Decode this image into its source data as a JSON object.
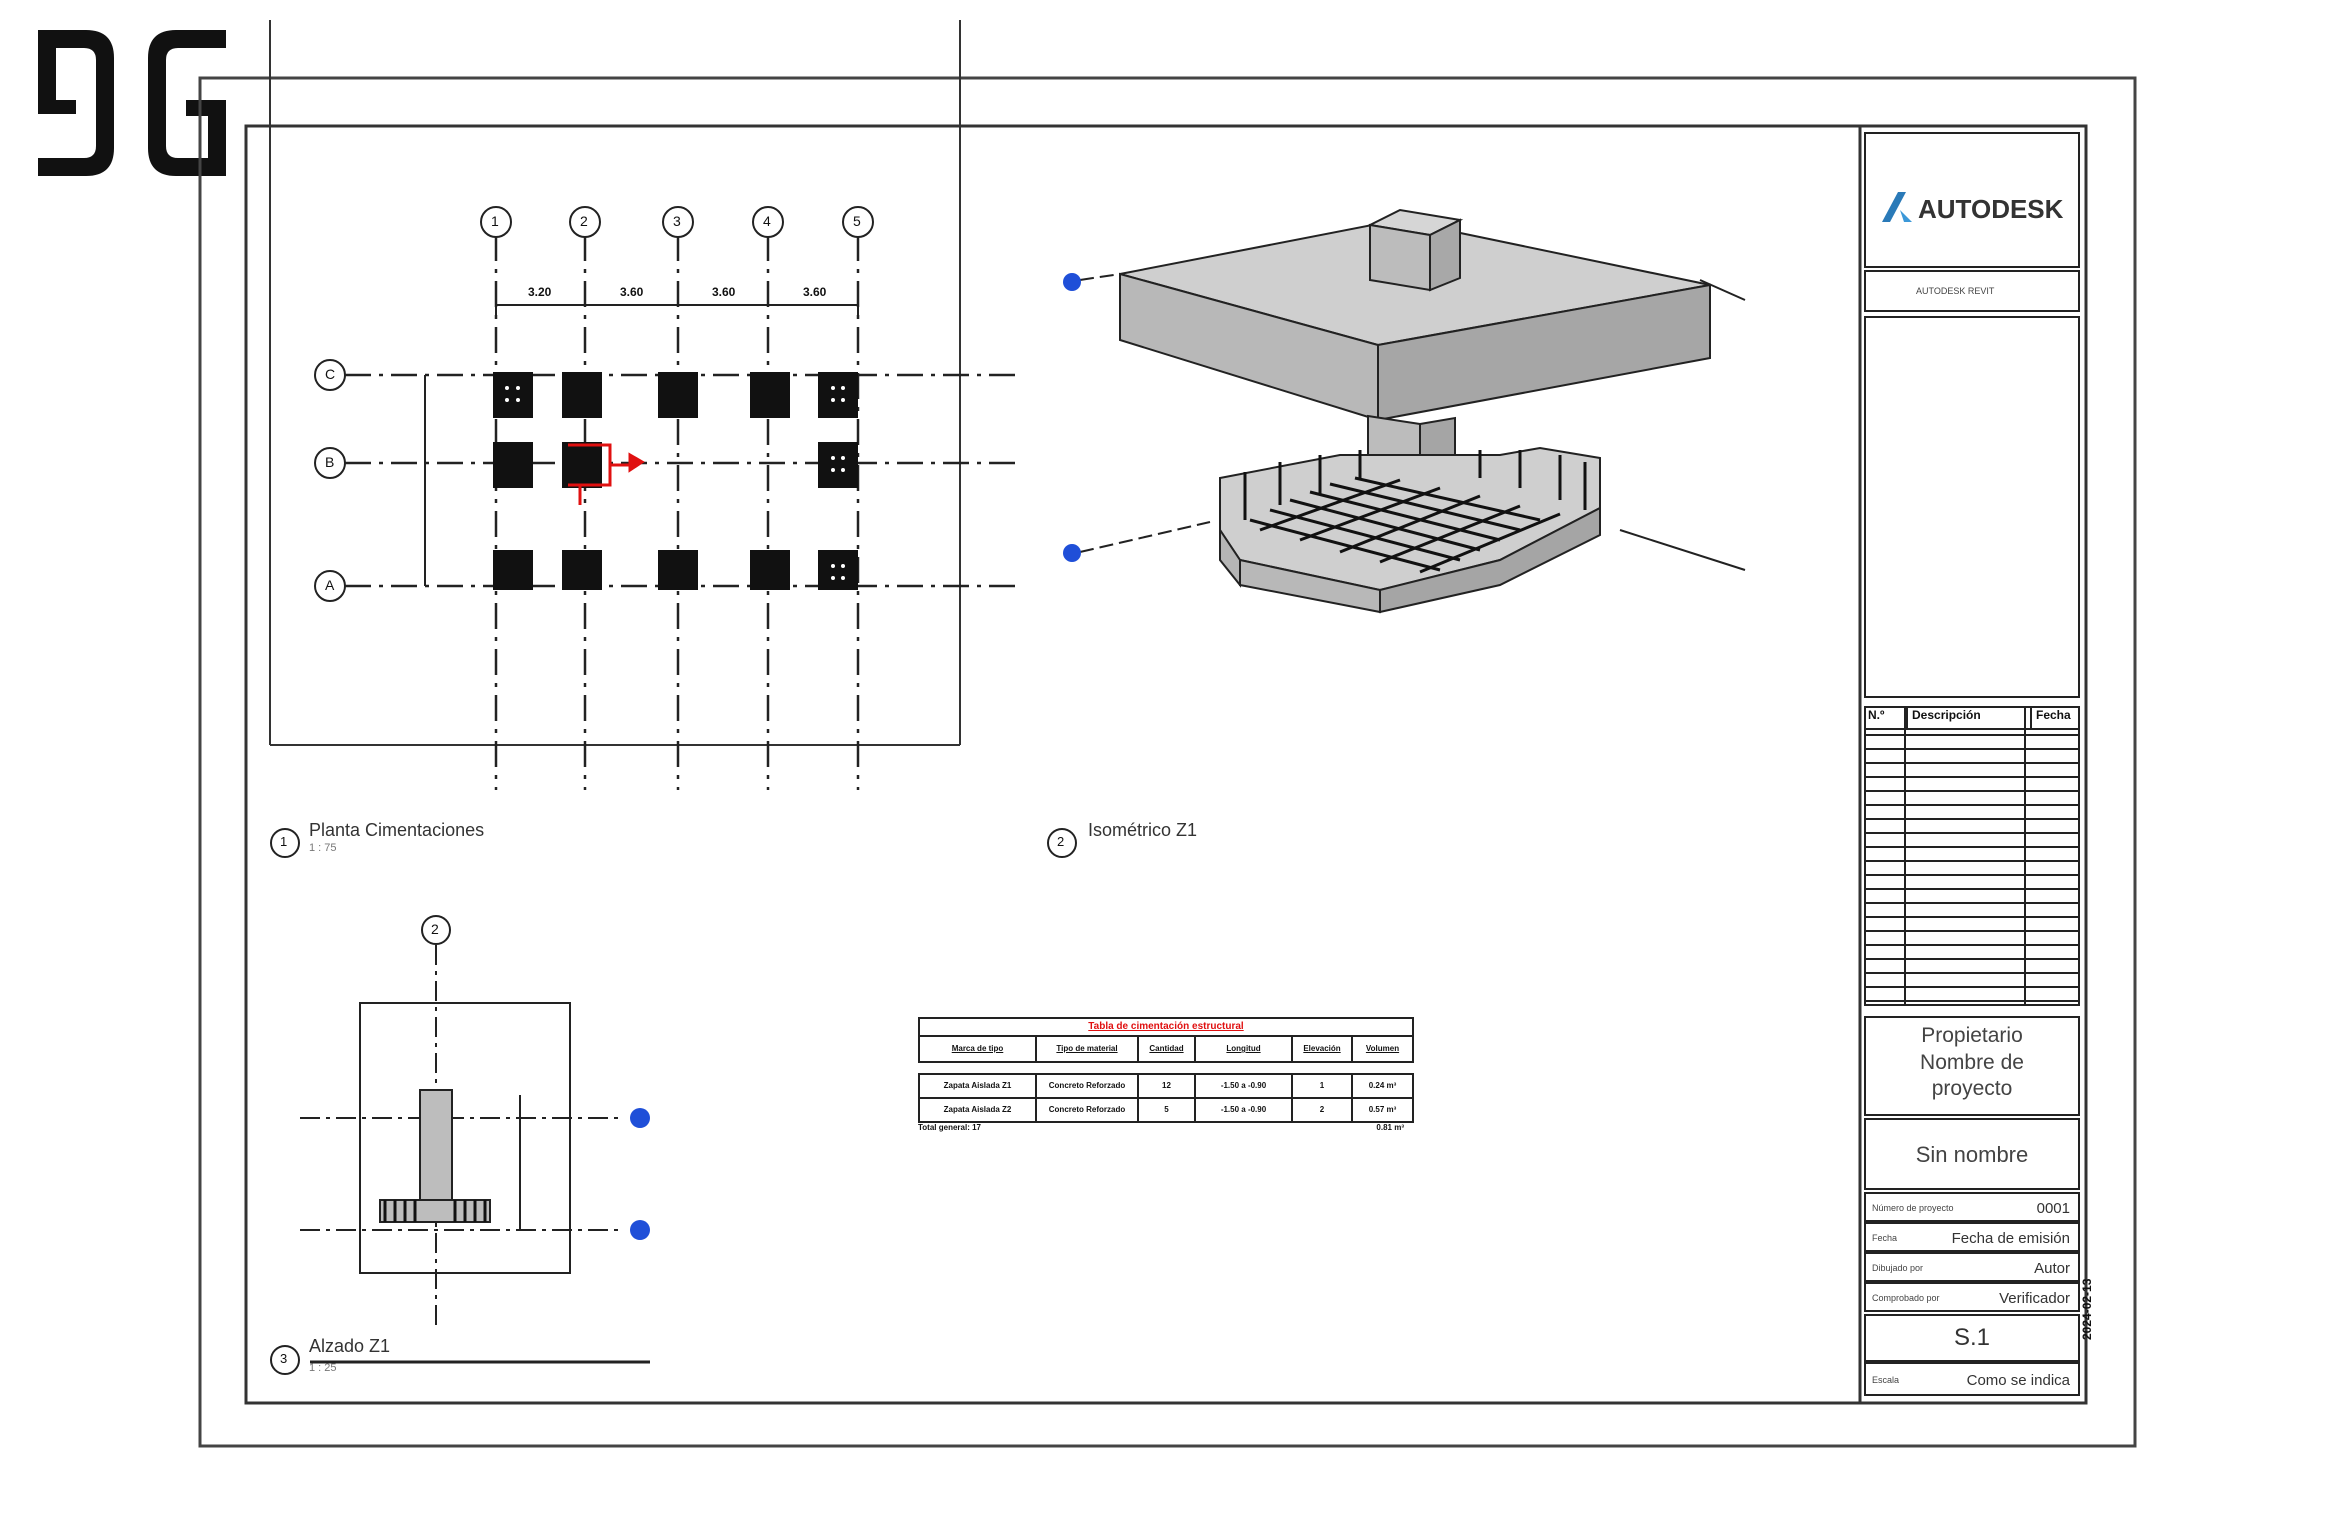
{
  "brand": {
    "dg_logo": "DG",
    "autodesk": "AUTODESK",
    "autodesk_sub": "AUTODESK REVIT"
  },
  "grid_labels": {
    "columns": [
      "1",
      "2",
      "3",
      "4",
      "5"
    ],
    "rows": [
      "C",
      "B",
      "A"
    ],
    "elev_grid": "2"
  },
  "dimensions": [
    "3.20",
    "3.60",
    "3.60",
    "3.60"
  ],
  "views": [
    {
      "number": "1",
      "title": "Planta Cimentaciones",
      "scale": "1 : 75"
    },
    {
      "number": "2",
      "title": "Isométrico Z1",
      "scale": ""
    },
    {
      "number": "3",
      "title": "Alzado Z1",
      "scale": "1 : 25"
    }
  ],
  "schedule": {
    "title": "Tabla de cimentación estructural",
    "headers": [
      "Marca de tipo",
      "Tipo de material",
      "Cantidad",
      "Longitud",
      "Elevación",
      "Volumen"
    ],
    "rows": [
      [
        "Zapata Aislada Z1",
        "Concreto Reforzado",
        "12",
        "-1.50 a -0.90",
        "1",
        "0.24 m³"
      ],
      [
        "Zapata Aislada Z2",
        "Concreto Reforzado",
        "5",
        "-1.50 a -0.90",
        "2",
        "0.57 m³"
      ]
    ],
    "total_label": "Total general: 17",
    "total_value": "0.81 m³"
  },
  "title_block": {
    "owner": "Propietario",
    "project_name": "Nombre de proyecto",
    "sheet_name": "Sin nombre",
    "revision_headers": [
      "N.º",
      "Descripción",
      "Fecha"
    ],
    "fields": [
      {
        "label": "Número de proyecto",
        "value": "0001"
      },
      {
        "label": "Fecha",
        "value": "Fecha de emisión"
      },
      {
        "label": "Dibujado por",
        "value": "Autor"
      },
      {
        "label": "Comprobado por",
        "value": "Verificador"
      }
    ],
    "sheet_number": "S.1",
    "scale_label": "Escala",
    "scale_value": "Como se indica",
    "side_date": "2024-02-13"
  },
  "colors": {
    "line": "#111111",
    "concrete": "#bdbdbd",
    "red": "#e01010",
    "blue": "#1f4fd8"
  }
}
